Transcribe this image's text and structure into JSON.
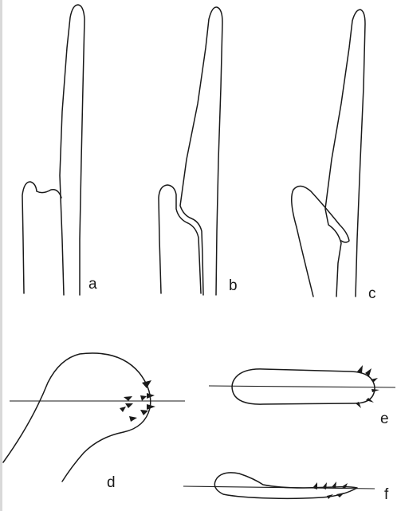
{
  "figure": {
    "panel_labels": {
      "a": "a",
      "b": "b",
      "c": "c",
      "d": "d",
      "e": "e",
      "f": "f"
    }
  }
}
